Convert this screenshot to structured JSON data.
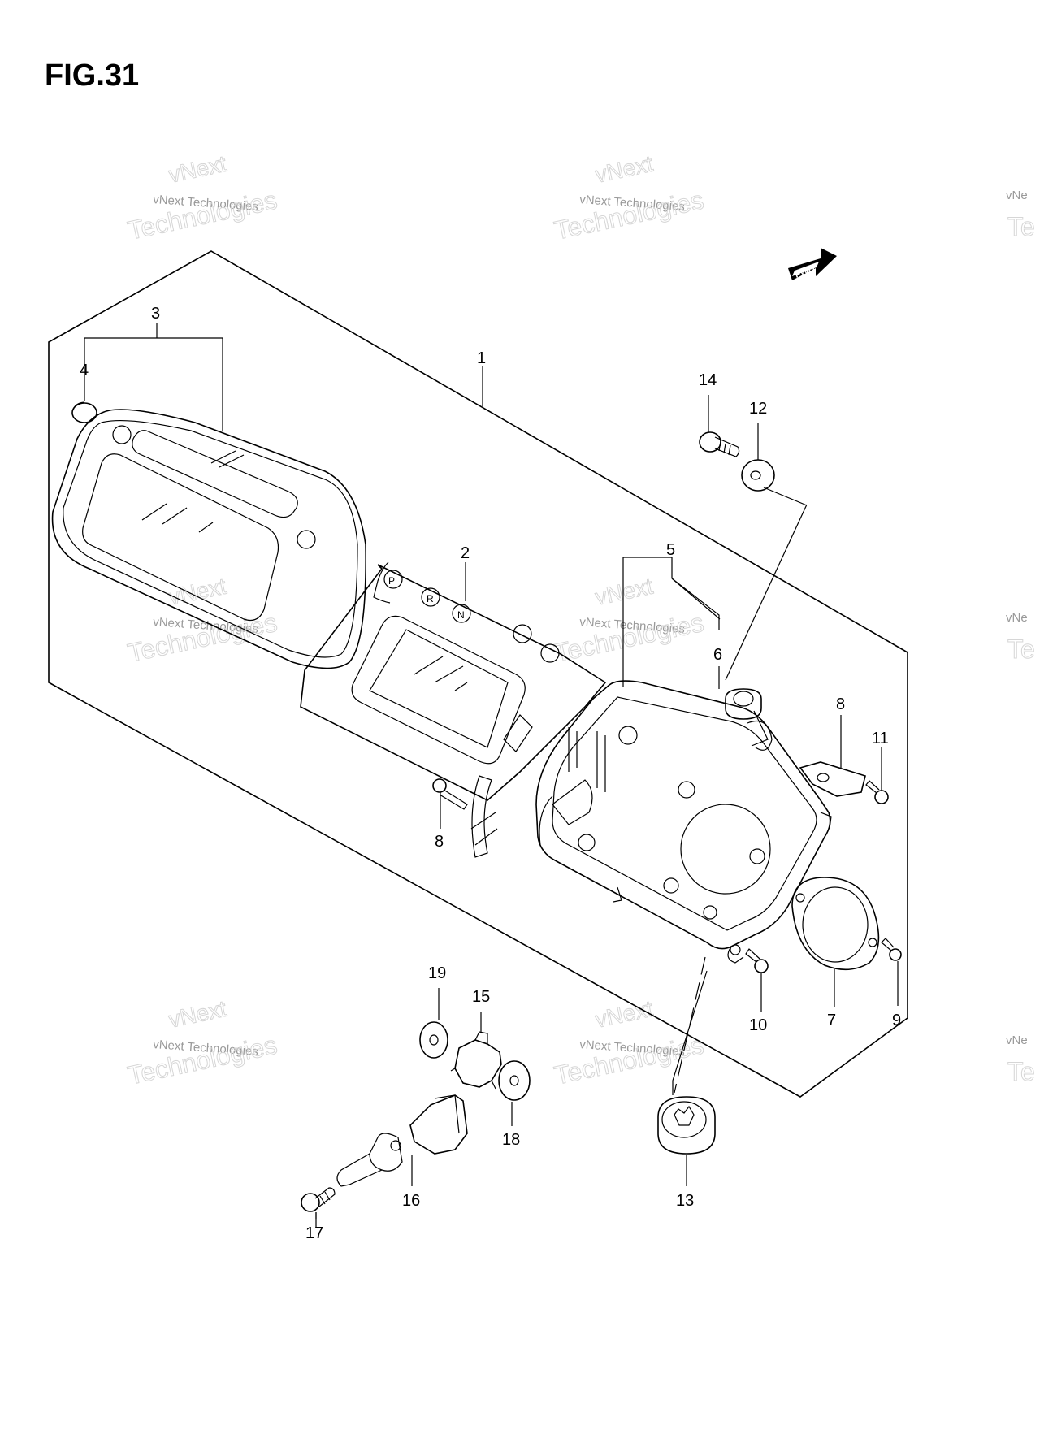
{
  "figure": {
    "title": "FIG.31"
  },
  "fwd_label": "FWD",
  "watermark": {
    "line1": "vNext",
    "line2": "vNext Technologies",
    "line3": "Technologies",
    "edge1": "vNe",
    "edge2": "Te"
  },
  "callouts": [
    "1",
    "2",
    "3",
    "4",
    "5",
    "6",
    "7",
    "8",
    "8",
    "9",
    "10",
    "11",
    "12",
    "13",
    "14",
    "15",
    "16",
    "17",
    "18",
    "19"
  ]
}
